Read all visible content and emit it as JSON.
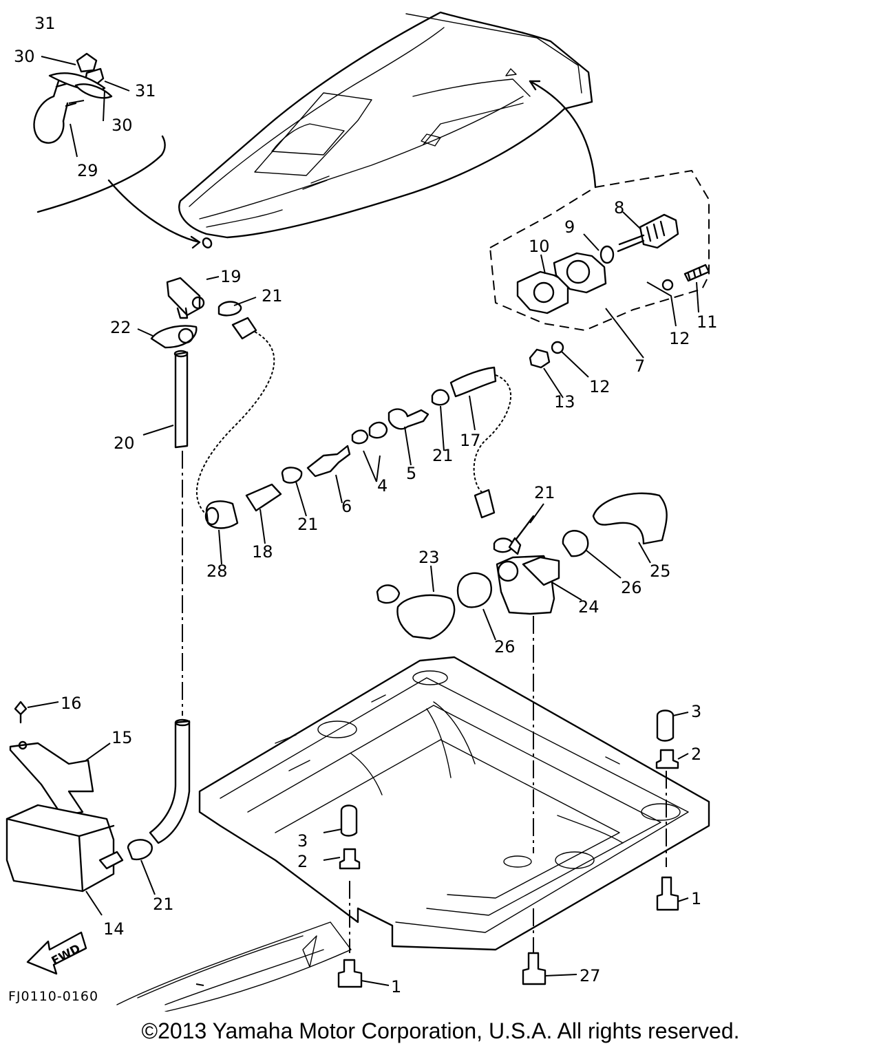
{
  "diagram_code": "FJ0110-0160",
  "fwd_label": "FWD",
  "copyright": "©2013 Yamaha Motor Corporation, U.S.A. All rights reserved.",
  "callouts": {
    "c1a": "1",
    "c1b": "1",
    "c2a": "2",
    "c2b": "2",
    "c3a": "3",
    "c3b": "3",
    "c4": "4",
    "c5": "5",
    "c6": "6",
    "c7": "7",
    "c8": "8",
    "c9": "9",
    "c10": "10",
    "c11": "11",
    "c12a": "12",
    "c12b": "12",
    "c13": "13",
    "c14": "14",
    "c15": "15",
    "c16": "16",
    "c17": "17",
    "c18": "18",
    "c19": "19",
    "c20": "20",
    "c21a": "21",
    "c21b": "21",
    "c21c": "21",
    "c21d": "21",
    "c21e": "21",
    "c22": "22",
    "c23": "23",
    "c24": "24",
    "c25": "25",
    "c26a": "26",
    "c26b": "26",
    "c27": "27",
    "c28": "28",
    "c29": "29",
    "c30a": "30",
    "c30b": "30",
    "c31a": "31",
    "c31b": "31"
  }
}
